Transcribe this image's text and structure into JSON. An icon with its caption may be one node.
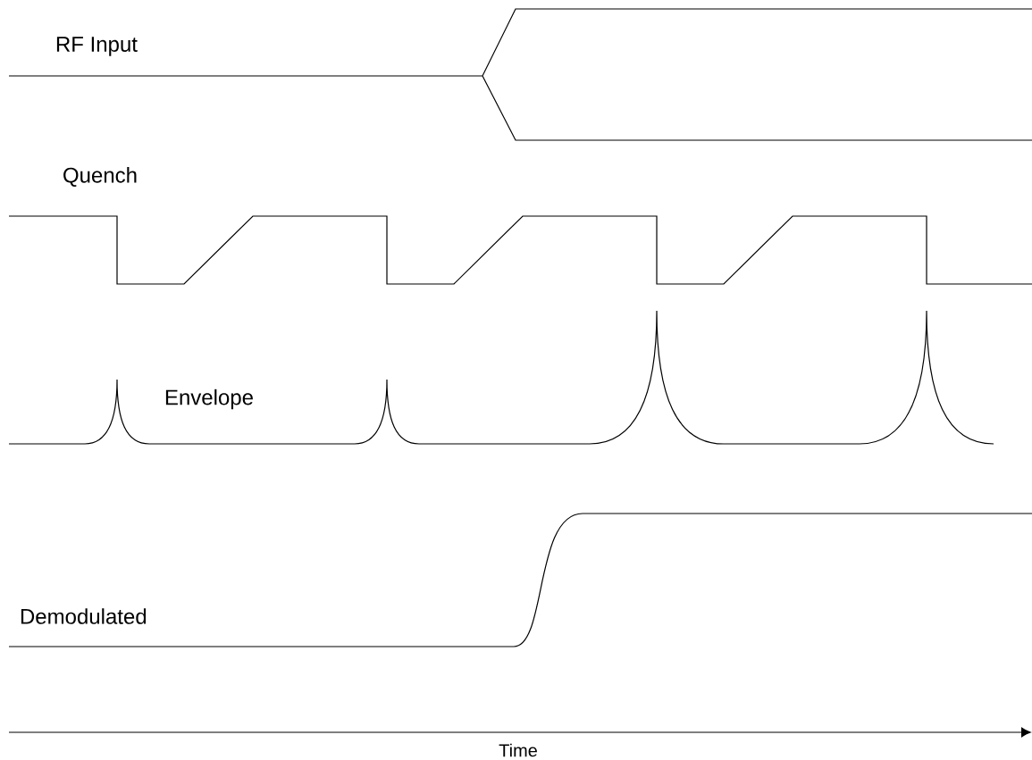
{
  "diagram": {
    "labels": [
      "RF Input",
      "Quench",
      "Envelope",
      "Demodulated",
      "Time"
    ]
  }
}
